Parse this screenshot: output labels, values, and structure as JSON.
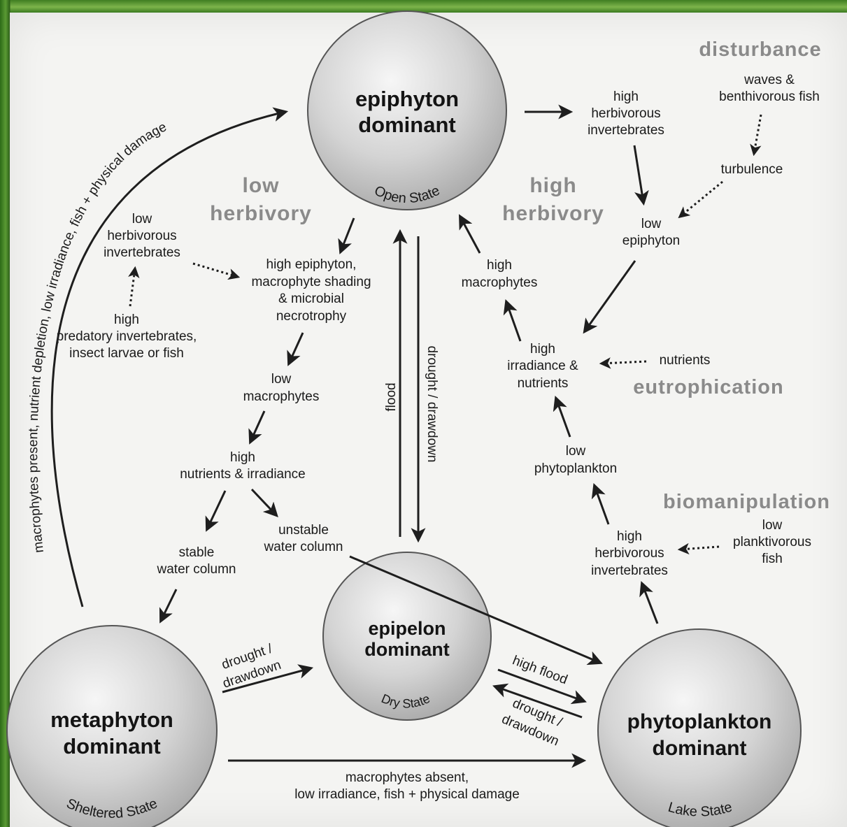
{
  "states": {
    "epiphyton": {
      "l1": "epiphyton",
      "l2": "dominant",
      "state": "Open State"
    },
    "epipelon": {
      "l1": "epipelon",
      "l2": "dominant",
      "state": "Dry State"
    },
    "metaphyton": {
      "l1": "metaphyton",
      "l2": "dominant",
      "state": "Sheltered State"
    },
    "phytoplankton": {
      "l1": "phytoplankton",
      "l2": "dominant",
      "state": "Lake State"
    }
  },
  "categories": {
    "disturbance": "disturbance",
    "low_herbivory": [
      "low",
      "herbivory"
    ],
    "high_herbivory": [
      "high",
      "herbivory"
    ],
    "eutrophication": "eutrophication",
    "biomanipulation": "biomanipulation"
  },
  "nodes": {
    "high_herb_inv_top": [
      "high",
      "herbivorous",
      "invertebrates"
    ],
    "waves": [
      "waves &",
      "benthivorous fish"
    ],
    "turbulence": [
      "turbulence"
    ],
    "low_epiphyton": [
      "low",
      "epiphyton"
    ],
    "high_macrophytes": [
      "high",
      "macrophytes"
    ],
    "high_irradiance": [
      "high",
      "irradiance &",
      "nutrients"
    ],
    "nutrients": [
      "nutrients"
    ],
    "low_phytoplankton": [
      "low",
      "phytoplankton"
    ],
    "high_herb_inv_bottom": [
      "high",
      "herbivorous",
      "invertebrates"
    ],
    "low_planktivorous": [
      "low",
      "planktivorous",
      "fish"
    ],
    "low_herb_inv": [
      "low",
      "herbivorous",
      "invertebrates"
    ],
    "high_predatory": [
      "high",
      "predatory invertebrates,",
      "insect larvae or fish"
    ],
    "high_epiphyton": [
      "high epiphyton,",
      "macrophyte shading",
      "& microbial",
      "necrotrophy"
    ],
    "low_macrophytes": [
      "low",
      "macrophytes"
    ],
    "high_nutrients": [
      "high",
      "nutrients & irradiance"
    ],
    "stable": [
      "stable",
      "water column"
    ],
    "unstable": [
      "unstable",
      "water column"
    ]
  },
  "edges": {
    "left_curve": "macrophytes present, nutrient depletion, low irradiance, fish + physical damage",
    "flood": "flood",
    "drought_vertical": "drought / drawdown",
    "drought_meta": [
      "drought /",
      "drawdown"
    ],
    "high_flood": "high flood",
    "drought_lake": [
      "drought /",
      "drawdown"
    ],
    "macrophytes_absent": [
      "macrophytes absent,",
      "low irradiance, fish + physical damage"
    ]
  }
}
